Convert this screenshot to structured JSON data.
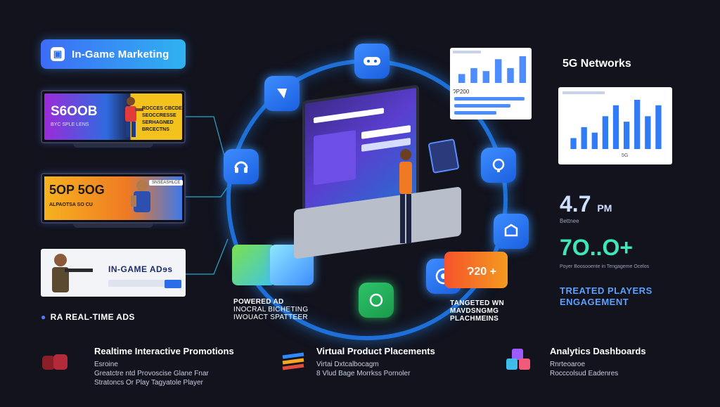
{
  "left": {
    "marketing_label": "In-Game Marketing",
    "ad1_headline": "S6OOB",
    "ad1_sub": "BYC SPLE LENS",
    "ad1_side": [
      "ROCCES CBCDE",
      "SEOCCRESSE",
      "SERHAGNED",
      "BRCECTNS"
    ],
    "ad2_headline": "5OP 5OG",
    "ad2_sub": "ALPAOTSA SO CU",
    "ad2_tag": "SNSEASHLCE",
    "ad3_headline": "IN-GAME ADɘs",
    "realtime_label": "RA REAL-TIME ADS"
  },
  "center": {
    "powered_caption": [
      "POWERED AD",
      "INOCRAL BICHETING",
      "IWOUACT SPATTEER"
    ],
    "targeted_caption": [
      "TANGETED WN",
      "MAVDSNGMG",
      "PLACHMEINS"
    ],
    "price_tag": "Ɂ20 +",
    "dash_label": "ɁP200"
  },
  "right": {
    "networks_label": "5G Networks",
    "stat1_value": "4.7",
    "stat1_unit": "PM",
    "stat1_sub": "Bettnee",
    "stat2_value": "7O..O+",
    "stat2_sub": "Poyer Boosooente in Tengageme Ocelos",
    "engagement_label": [
      "TREATED PLAYERS",
      "ENGAGEMENT"
    ],
    "dash2_tag": "5G"
  },
  "footer": {
    "f1_title": "Realtime Interactive Promotions",
    "f1_lines": [
      "Esroine",
      "Greatctre ntd Provoscise Glane Fnar",
      "Stratoncs Or Play Tagyatole Player"
    ],
    "f2_title": "Virtual Product Placements",
    "f2_lines": [
      "Virtai Dxtcalbocagm",
      "8 Vlud Bage Morrkss Pornoler"
    ],
    "f3_title": "Analytics Dashboards",
    "f3_lines": [
      "Rnrteoaroe",
      "Rocccolsud Eadenres"
    ]
  },
  "colors": {
    "accent_blue": "#2f7cf6",
    "ring": "#1e6fd8",
    "teal": "#3ee6b8",
    "background": "#12131d"
  },
  "chart_data": [
    {
      "type": "bar",
      "values": [
        3,
        5,
        4,
        8,
        5,
        9
      ],
      "title": "",
      "xlabel": "",
      "ylabel": ""
    },
    {
      "type": "bar",
      "values": [
        2,
        4,
        3,
        6,
        8,
        5,
        9,
        6,
        8
      ],
      "title": "",
      "xlabel": "",
      "ylabel": ""
    }
  ]
}
